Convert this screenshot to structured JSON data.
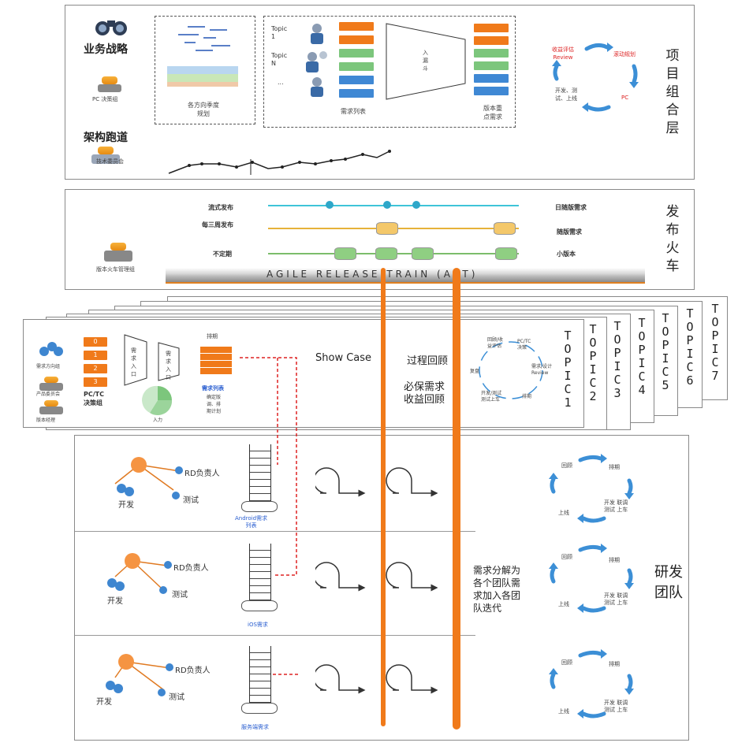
{
  "portfolio": {
    "layer_title": "项目组合层",
    "business_strategy": "业务战略",
    "pc_decision": "PC 决策组",
    "architecture_runway": "架构跑道",
    "arch_committee": "技术委员会",
    "roadmap_caption": "各方向季度规划",
    "topic1": "Topic\n1",
    "topicN": "Topic\nN",
    "ellipsis": "...",
    "funnel_label": "入 漏斗",
    "requirement_list": "需求列表",
    "version_priority": "版本重点需求",
    "cycle": {
      "review": "收益评估\nReview",
      "roadmap": "滚动规划",
      "dev": "开发、测\n试、上线",
      "pc": "PC"
    }
  },
  "train": {
    "layer_title": "发布火车",
    "rows": [
      {
        "left": "流式发布",
        "right": "日随版需求"
      },
      {
        "left": "每三周发布",
        "right": "随版需求"
      },
      {
        "left": "不定期",
        "right": "小版本"
      }
    ],
    "mgmt": "版本火车管理组",
    "art_banner": "AGILE RELEASE TRAIN (ART)"
  },
  "topics": {
    "labels": [
      "TOPIC1",
      "TOPIC2",
      "TOPIC3",
      "TOPIC4",
      "TOPIC5",
      "TOPIC6",
      "TOPIC7"
    ],
    "show_case": "Show Case",
    "process_review": "过程回顾",
    "must_review": "必保需求\n收益回顾",
    "decision_team": "PC/TC\n决策组",
    "numbers": [
      "0",
      "1",
      "2",
      "3"
    ],
    "funnel1": "需求入口",
    "funnel2": "需求入口",
    "sort_label": "排期",
    "req_list": "需求列表",
    "confirm_text": "确定版\n调、排\n期计划",
    "pie_label": "入力",
    "cycle": {
      "a": "回顾/收\n益评估",
      "b": "PC/TC\n决策",
      "c": "需求/设计\nReview",
      "d": "排期",
      "e": "开发/测试\n测试上车",
      "f": "复盘"
    },
    "side_icons": [
      "需求方向组",
      "产品委员会",
      "版本经理"
    ]
  },
  "rd": {
    "layer_title": "研发团队",
    "middle_text": "需求分解为\n各个团队需\n求加入各团\n队迭代",
    "teams": [
      {
        "rd": "RD负责人",
        "dev": "开发",
        "test": "测试",
        "backlog": "Android需求\n列表"
      },
      {
        "rd": "RD负责人",
        "dev": "开发",
        "test": "测试",
        "backlog": "iOS需求"
      },
      {
        "rd": "RD负责人",
        "dev": "开发",
        "test": "测试",
        "backlog": "服务端需求"
      }
    ],
    "cycle": {
      "review": "回顾",
      "schedule": "排期",
      "dev": "开发 联调\n测试 上车",
      "online": "上线"
    }
  }
}
